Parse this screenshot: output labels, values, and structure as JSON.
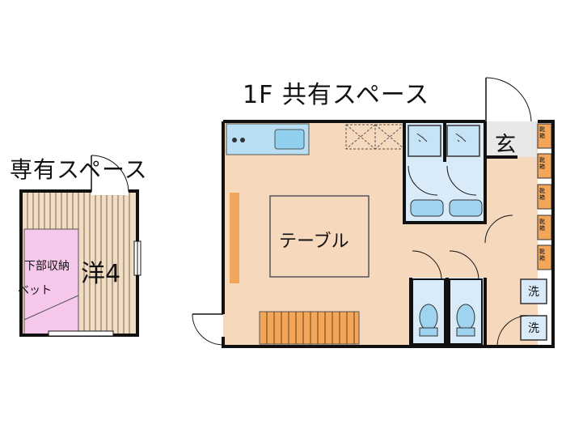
{
  "left_plan": {
    "title": "専有スペース",
    "room_label": "洋4",
    "bed_label_1": "下部収納",
    "bed_label_2": "ベット"
  },
  "right_plan": {
    "title": "1F  共有スペース",
    "table_label": "テーブル",
    "entrance_label": "玄",
    "shoe_label": "靴箱",
    "washer_label": "洗"
  },
  "colors": {
    "floor_wood": "#f0ddc3",
    "floor_common": "#f6d8bd",
    "bed_pink": "#f6c8ec",
    "wet_area": "#d9eaf8",
    "fixture_blue": "#9fd3f0",
    "counter_orange": "#f1a65a",
    "wall": "#111111"
  }
}
